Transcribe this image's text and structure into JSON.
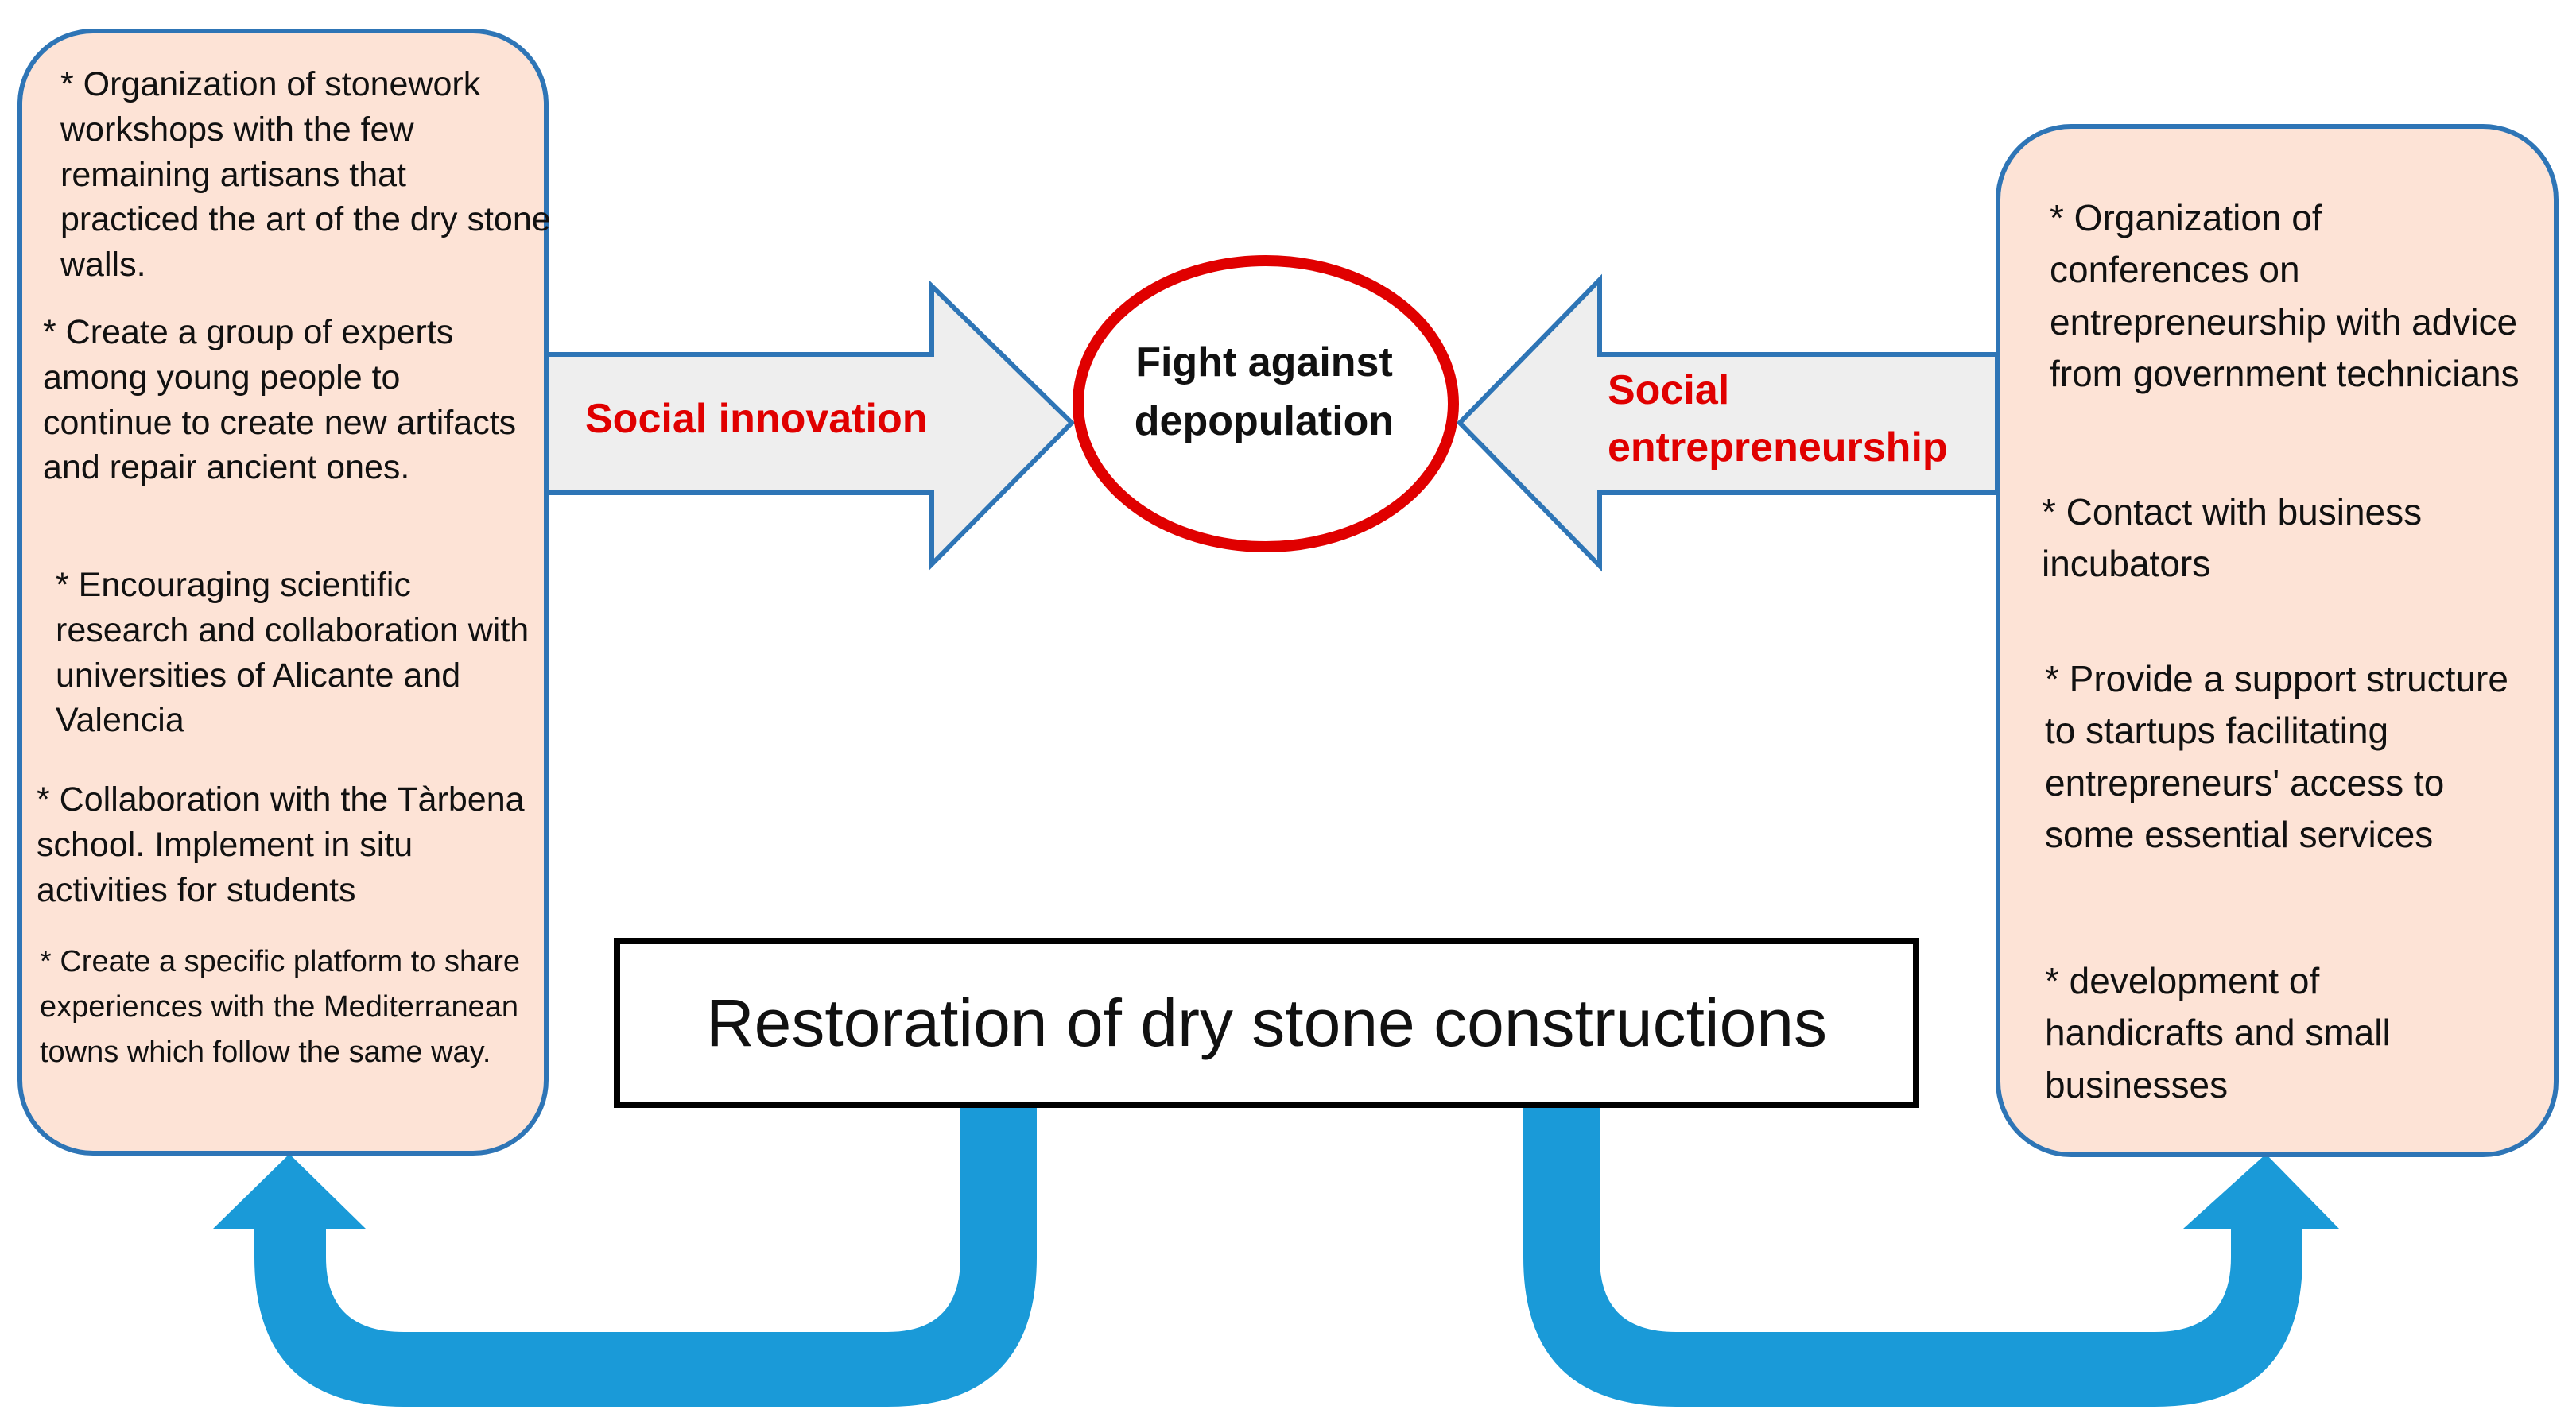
{
  "diagram": {
    "left_panel": {
      "items": [
        "* Organization of stonework workshops with the few remaining artisans that practiced the art of the dry stone walls.",
        "* Create a group of experts among young people to continue to create new artifacts and repair ancient ones.",
        "* Encouraging scientific research and collaboration with universities of Alicante and Valencia",
        "* Collaboration with the Tàrbena school. Implement in situ activities for students",
        "* Create a specific platform to share experiences with the Mediterranean towns which follow the same way."
      ]
    },
    "right_panel": {
      "items": [
        "* Organization of conferences on entrepreneurship with advice from government technicians",
        "* Contact with business incubators",
        "* Provide a support structure to startups facilitating entrepreneurs' access to some essential services",
        "* development of handicrafts and small businesses"
      ]
    },
    "left_arrow_label": "Social innovation",
    "right_arrow_label": "Social entrepreneurship",
    "center_goal": "Fight against depopulation",
    "center_box_label": "Restoration of dry stone constructions",
    "colors": {
      "panel_fill": "#fde3d6",
      "panel_border": "#2e75b6",
      "arrow_fill": "#eeeeee",
      "arrow_stroke": "#2e75b6",
      "label_red": "#e00000",
      "ellipse_stroke": "#e00000",
      "curved_arrow": "#1a9ad8"
    }
  }
}
